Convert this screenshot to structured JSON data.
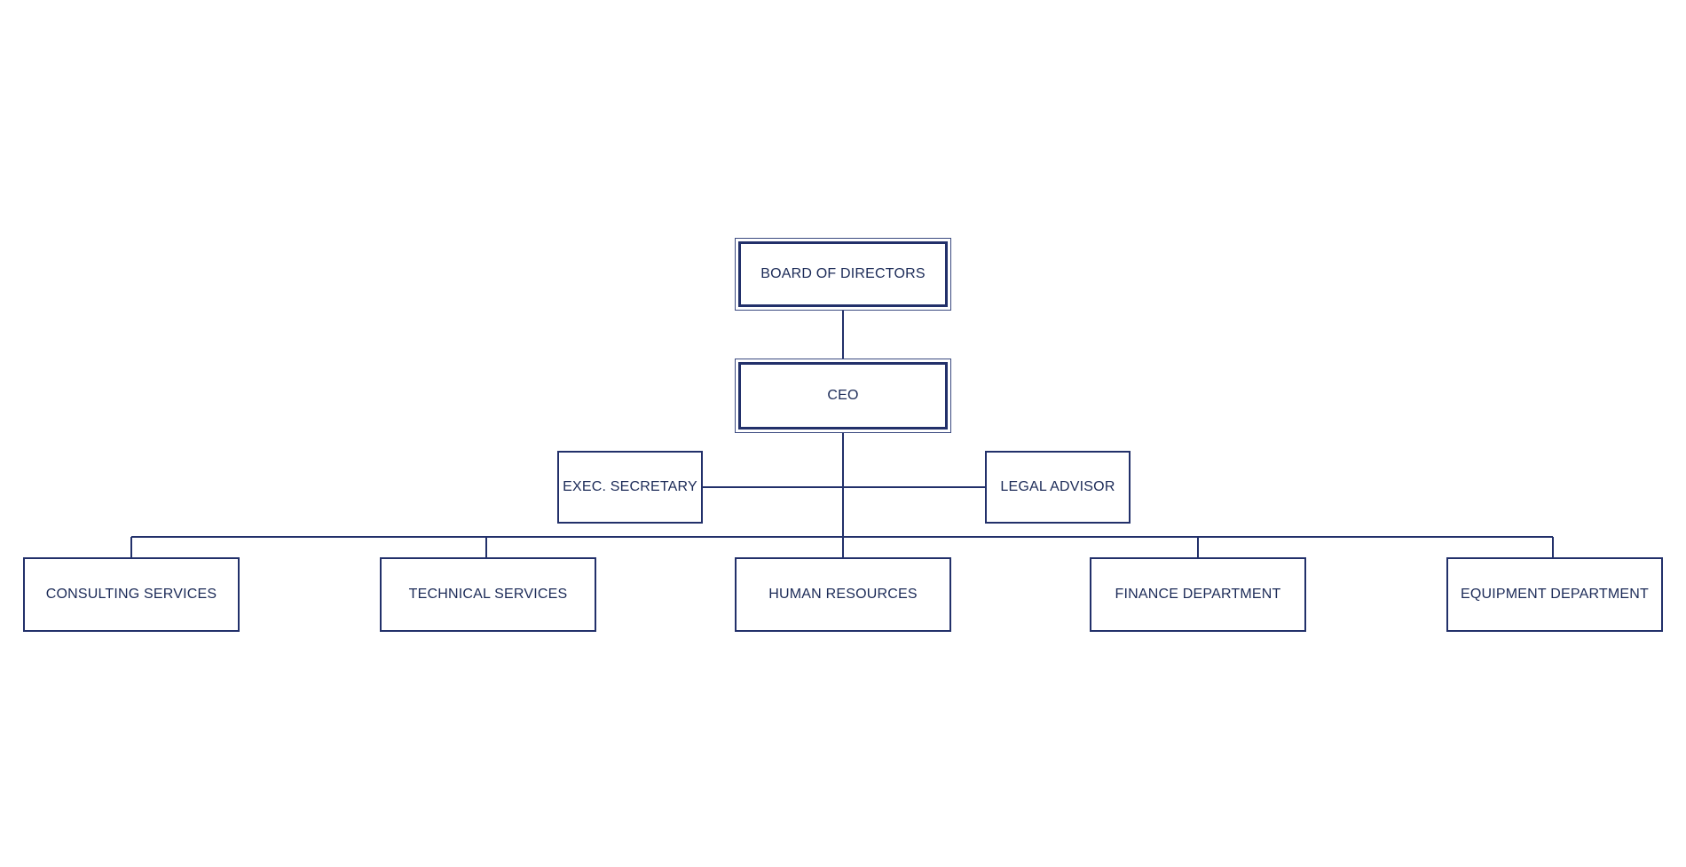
{
  "chart_data": {
    "type": "diagram",
    "diagram_type": "organizational-chart",
    "title": "",
    "orientation": "top-down",
    "colors": {
      "background": "#ffffff",
      "box_border": "#22306a",
      "box_border_outer": "#3b4a80",
      "box_fill": "#ffffff",
      "text": "#1b2a57",
      "connector": "#22306a"
    },
    "levels": [
      {
        "level": 1,
        "nodes": [
          "BOARD OF DIRECTORS"
        ]
      },
      {
        "level": 2,
        "nodes": [
          "CEO"
        ]
      },
      {
        "level": 3,
        "nodes": [
          "EXEC. SECRETARY",
          "LEGAL ADVISOR"
        ],
        "relation": "staff"
      },
      {
        "level": 4,
        "nodes": [
          "CONSULTING SERVICES",
          "TECHNICAL SERVICES",
          "HUMAN RESOURCES",
          "FINANCE DEPARTMENT",
          "EQUIPMENT DEPARTMENT"
        ],
        "relation": "line"
      }
    ],
    "edges": [
      {
        "from": "BOARD OF DIRECTORS",
        "to": "CEO"
      },
      {
        "from": "CEO",
        "to": "EXEC. SECRETARY"
      },
      {
        "from": "CEO",
        "to": "LEGAL ADVISOR"
      },
      {
        "from": "CEO",
        "to": "CONSULTING SERVICES"
      },
      {
        "from": "CEO",
        "to": "TECHNICAL SERVICES"
      },
      {
        "from": "CEO",
        "to": "HUMAN RESOURCES"
      },
      {
        "from": "CEO",
        "to": "FINANCE DEPARTMENT"
      },
      {
        "from": "CEO",
        "to": "EQUIPMENT DEPARTMENT"
      }
    ]
  },
  "nodes": {
    "board": {
      "label": "BOARD OF DIRECTORS"
    },
    "ceo": {
      "label": "CEO"
    },
    "exec_secretary": {
      "label": "EXEC. SECRETARY"
    },
    "legal_advisor": {
      "label": "LEGAL ADVISOR"
    },
    "consulting_services": {
      "label": "CONSULTING SERVICES"
    },
    "technical_services": {
      "label": "TECHNICAL SERVICES"
    },
    "human_resources": {
      "label": "HUMAN RESOURCES"
    },
    "finance_department": {
      "label": "FINANCE DEPARTMENT"
    },
    "equipment_department": {
      "label": "EQUIPMENT DEPARTMENT"
    }
  }
}
